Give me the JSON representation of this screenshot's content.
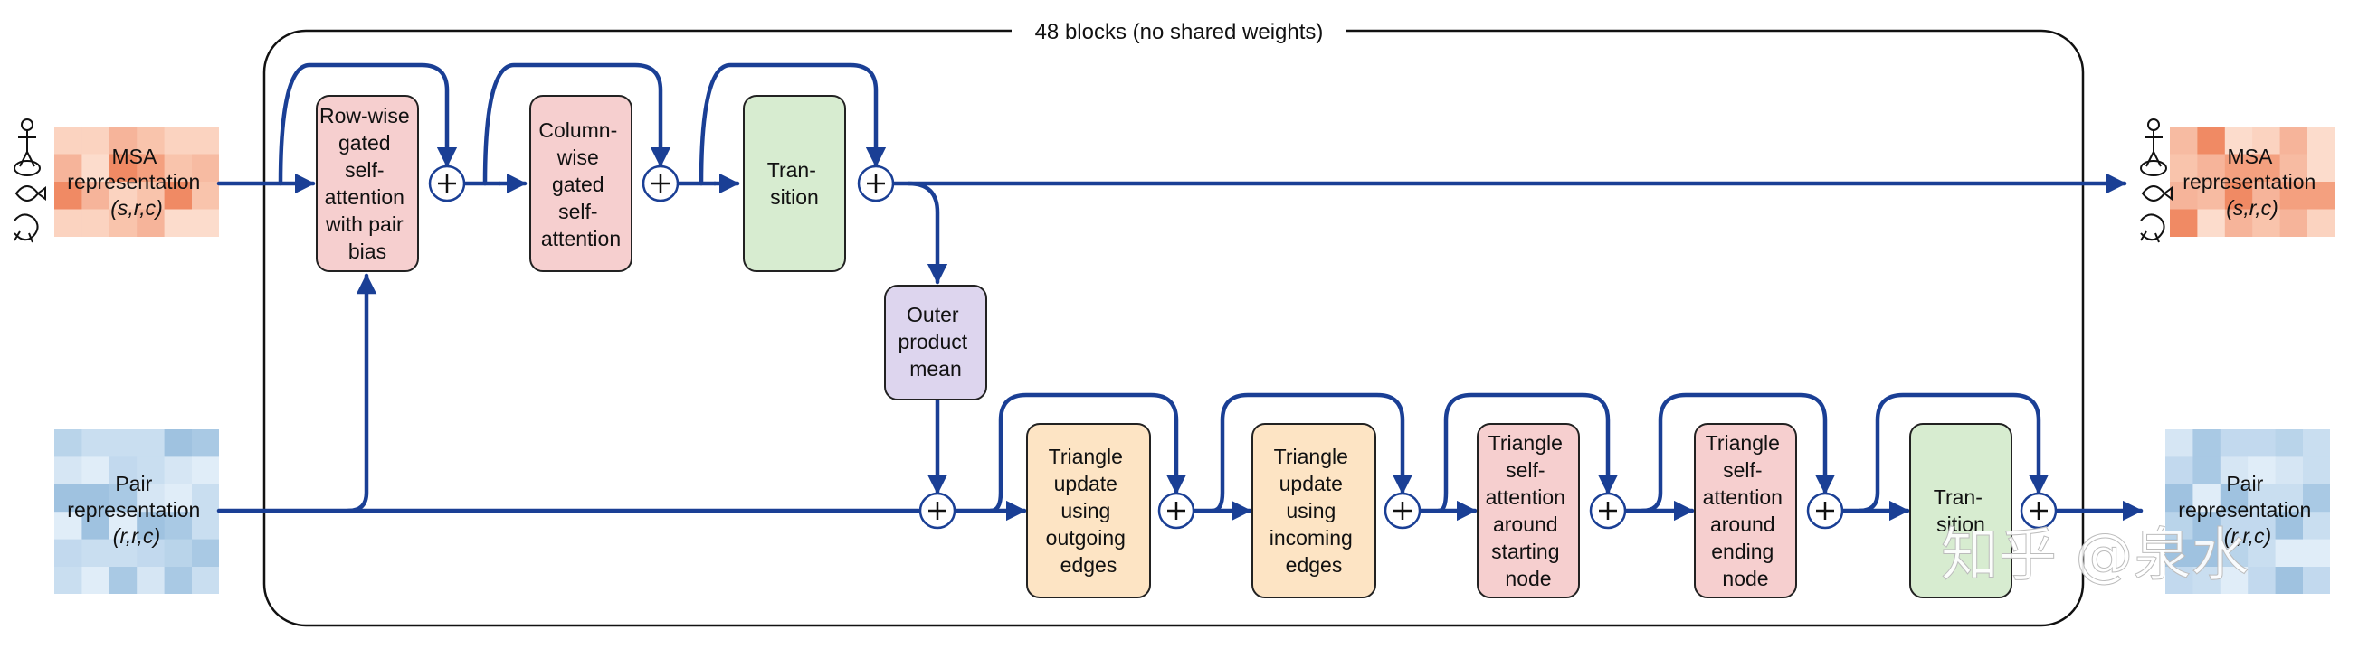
{
  "caption": "48 blocks (no shared weights)",
  "inputs": {
    "msa": {
      "line1": "MSA",
      "line2": "representation",
      "line3": "(s,r,c)"
    },
    "pair": {
      "line1": "Pair",
      "line2": "representation",
      "line3": "(r,r,c)"
    }
  },
  "outputs": {
    "msa": {
      "line1": "MSA",
      "line2": "representation",
      "line3": "(s,r,c)"
    },
    "pair": {
      "line1": "Pair",
      "line2": "representation",
      "line3": "(r,r,c)"
    }
  },
  "msa_blocks": [
    {
      "lines": [
        "Row-wise",
        "gated",
        "self-",
        "attention",
        "with pair",
        "bias"
      ]
    },
    {
      "lines": [
        "Column-",
        "wise",
        "gated",
        "self-",
        "attention"
      ]
    },
    {
      "lines": [
        "Tran-",
        "sition"
      ]
    }
  ],
  "outer_product": {
    "lines": [
      "Outer",
      "product",
      "mean"
    ]
  },
  "pair_blocks": [
    {
      "lines": [
        "Triangle",
        "update",
        "using",
        "outgoing",
        "edges"
      ]
    },
    {
      "lines": [
        "Triangle",
        "update",
        "using",
        "incoming",
        "edges"
      ]
    },
    {
      "lines": [
        "Triangle",
        "self-",
        "attention",
        "around",
        "starting",
        "node"
      ]
    },
    {
      "lines": [
        "Triangle",
        "self-",
        "attention",
        "around",
        "ending",
        "node"
      ]
    },
    {
      "lines": [
        "Tran-",
        "sition"
      ]
    }
  ],
  "watermark": "知乎 @泉水",
  "colors": {
    "flow": "#1a3f95",
    "msa_attention": "#f6cfcf",
    "transition": "#d7ecd0",
    "outer_product": "#ddd5ee",
    "triangle_update": "#fde4c4",
    "triangle_attention": "#f6cfcf"
  }
}
